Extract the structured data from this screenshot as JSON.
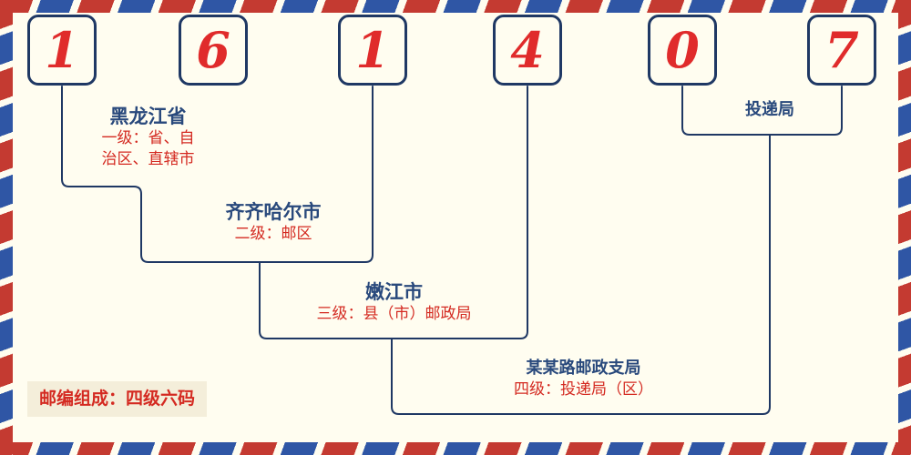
{
  "colors": {
    "background": "#fffdf0",
    "digit_red": "#e02b2b",
    "label_red": "#d42a21",
    "navy": "#1f3864",
    "text_blue": "#29497c",
    "stripe_red": "#c43a31",
    "stripe_blue": "#2f56a5"
  },
  "postal_code": {
    "digits": [
      "1",
      "6",
      "1",
      "4",
      "0",
      "7"
    ]
  },
  "levels": [
    {
      "name": "黑龙江省",
      "desc_lines": [
        "一级：省、自",
        "治区、直辖市"
      ]
    },
    {
      "name": "齐齐哈尔市",
      "desc_lines": [
        "二级：邮区"
      ]
    },
    {
      "name": "嫩江市",
      "desc_lines": [
        "三级：县（市）邮政局"
      ]
    },
    {
      "name": "某某路邮政支局",
      "desc_lines": [
        "四级：投递局（区）"
      ]
    }
  ],
  "delivery_office": {
    "label": "投递局"
  },
  "footer": {
    "note": "邮编组成：四级六码"
  }
}
